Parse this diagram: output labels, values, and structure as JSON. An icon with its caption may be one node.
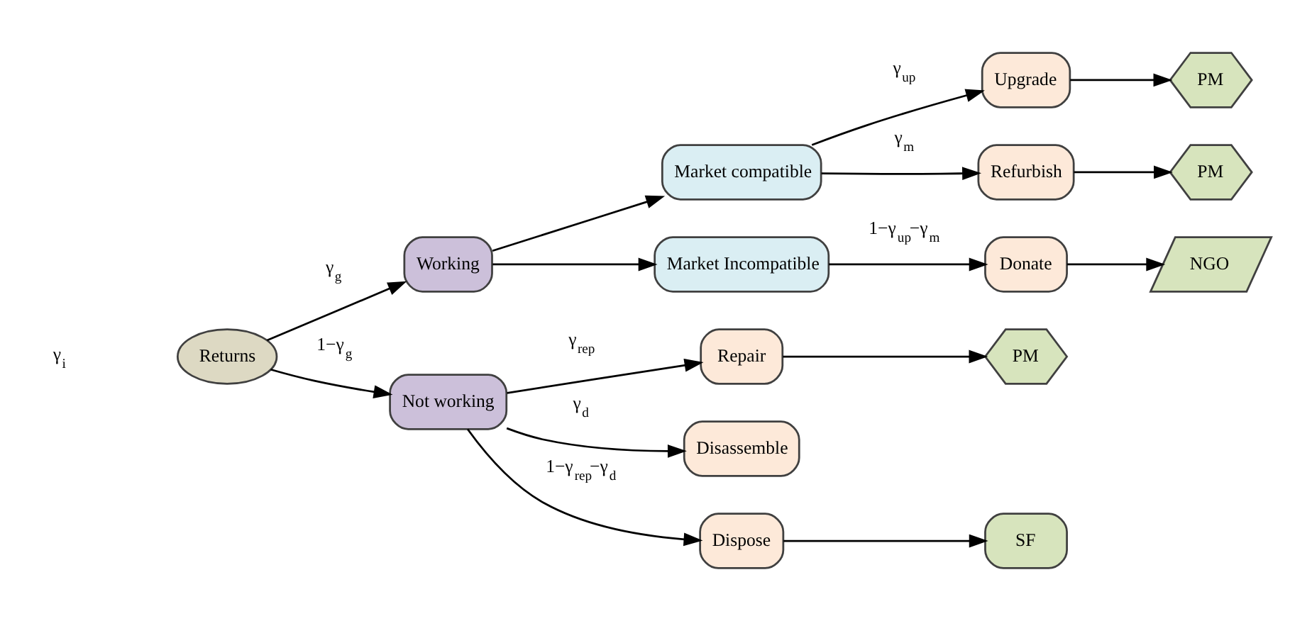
{
  "diagram": {
    "nodes": [
      {
        "text": [
          "Returns"
        ]
      },
      {
        "text": [
          "Working"
        ]
      },
      {
        "text": [
          "Not working"
        ]
      },
      {
        "text": [
          "Market compatible"
        ]
      },
      {
        "text": [
          "Market Incompatible"
        ]
      },
      {
        "text": [
          "Upgrade"
        ]
      },
      {
        "text": [
          "Refurbish"
        ]
      },
      {
        "text": [
          "Donate"
        ]
      },
      {
        "text": [
          "Repair"
        ]
      },
      {
        "text": [
          "Disassemble"
        ]
      },
      {
        "text": [
          "Dispose"
        ]
      },
      {
        "text": [
          "PM"
        ]
      },
      {
        "text": [
          "PM"
        ]
      },
      {
        "text": [
          "NGO"
        ]
      },
      {
        "text": [
          "PM"
        ]
      },
      {
        "text": [
          "SF"
        ]
      }
    ],
    "edges": [
      {
        "from": 0,
        "to": 1,
        "arrow": "to",
        "label": "γ$_{g}$"
      },
      {
        "from": 0,
        "to": 2,
        "arrow": "to",
        "label": "1−γ$_{g}$"
      },
      {
        "from": 1,
        "to": 3,
        "arrow": "to"
      },
      {
        "from": 1,
        "to": 4,
        "arrow": "to"
      },
      {
        "from": 3,
        "to": 5,
        "arrow": "to",
        "label": "γ$_{up}$"
      },
      {
        "from": 3,
        "to": 6,
        "arrow": "to",
        "label": "γ$_{m}$"
      },
      {
        "from": 4,
        "to": 7,
        "arrow": "to",
        "label": "1−γ$_{up}$−γ$_{m}$"
      },
      {
        "from": 2,
        "to": 8,
        "arrow": "to",
        "label": "γ$_{rep}$"
      },
      {
        "from": 2,
        "to": 9,
        "arrow": "to",
        "label": "γ$_{d}$"
      },
      {
        "from": 2,
        "to": 10,
        "arrow": "to",
        "label": "1−γ$_{rep}$−γ$_{d}$"
      },
      {
        "from": 5,
        "to": 11,
        "arrow": "to"
      },
      {
        "from": 6,
        "to": 12,
        "arrow": "to"
      },
      {
        "from": 7,
        "to": 13,
        "arrow": "to"
      },
      {
        "from": 8,
        "to": 14,
        "arrow": "to"
      },
      {
        "from": 10,
        "to": 15,
        "arrow": "to"
      }
    ],
    "labels": [
      "γ$_{i}$"
    ]
  }
}
